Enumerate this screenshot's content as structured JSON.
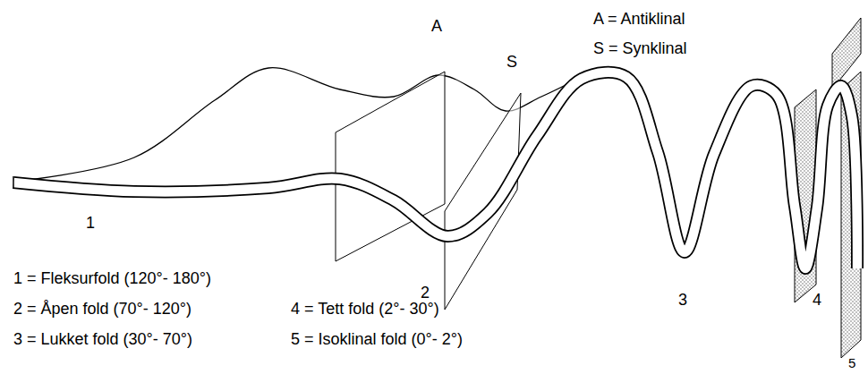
{
  "diagram": {
    "labels": [
      "A",
      "S",
      "A = Antiklinal",
      "S = Synklinal",
      "1",
      "2",
      "3",
      "4",
      "5",
      "1 = Fleksurfold (120°- 180°)",
      "2 = Åpen fold (70°- 120°)",
      "3 = Lukket fold (30°- 70°)",
      "4 = Tett fold (2°- 30°)",
      "5 = Isoklinal fold (0°- 2°)"
    ]
  }
}
